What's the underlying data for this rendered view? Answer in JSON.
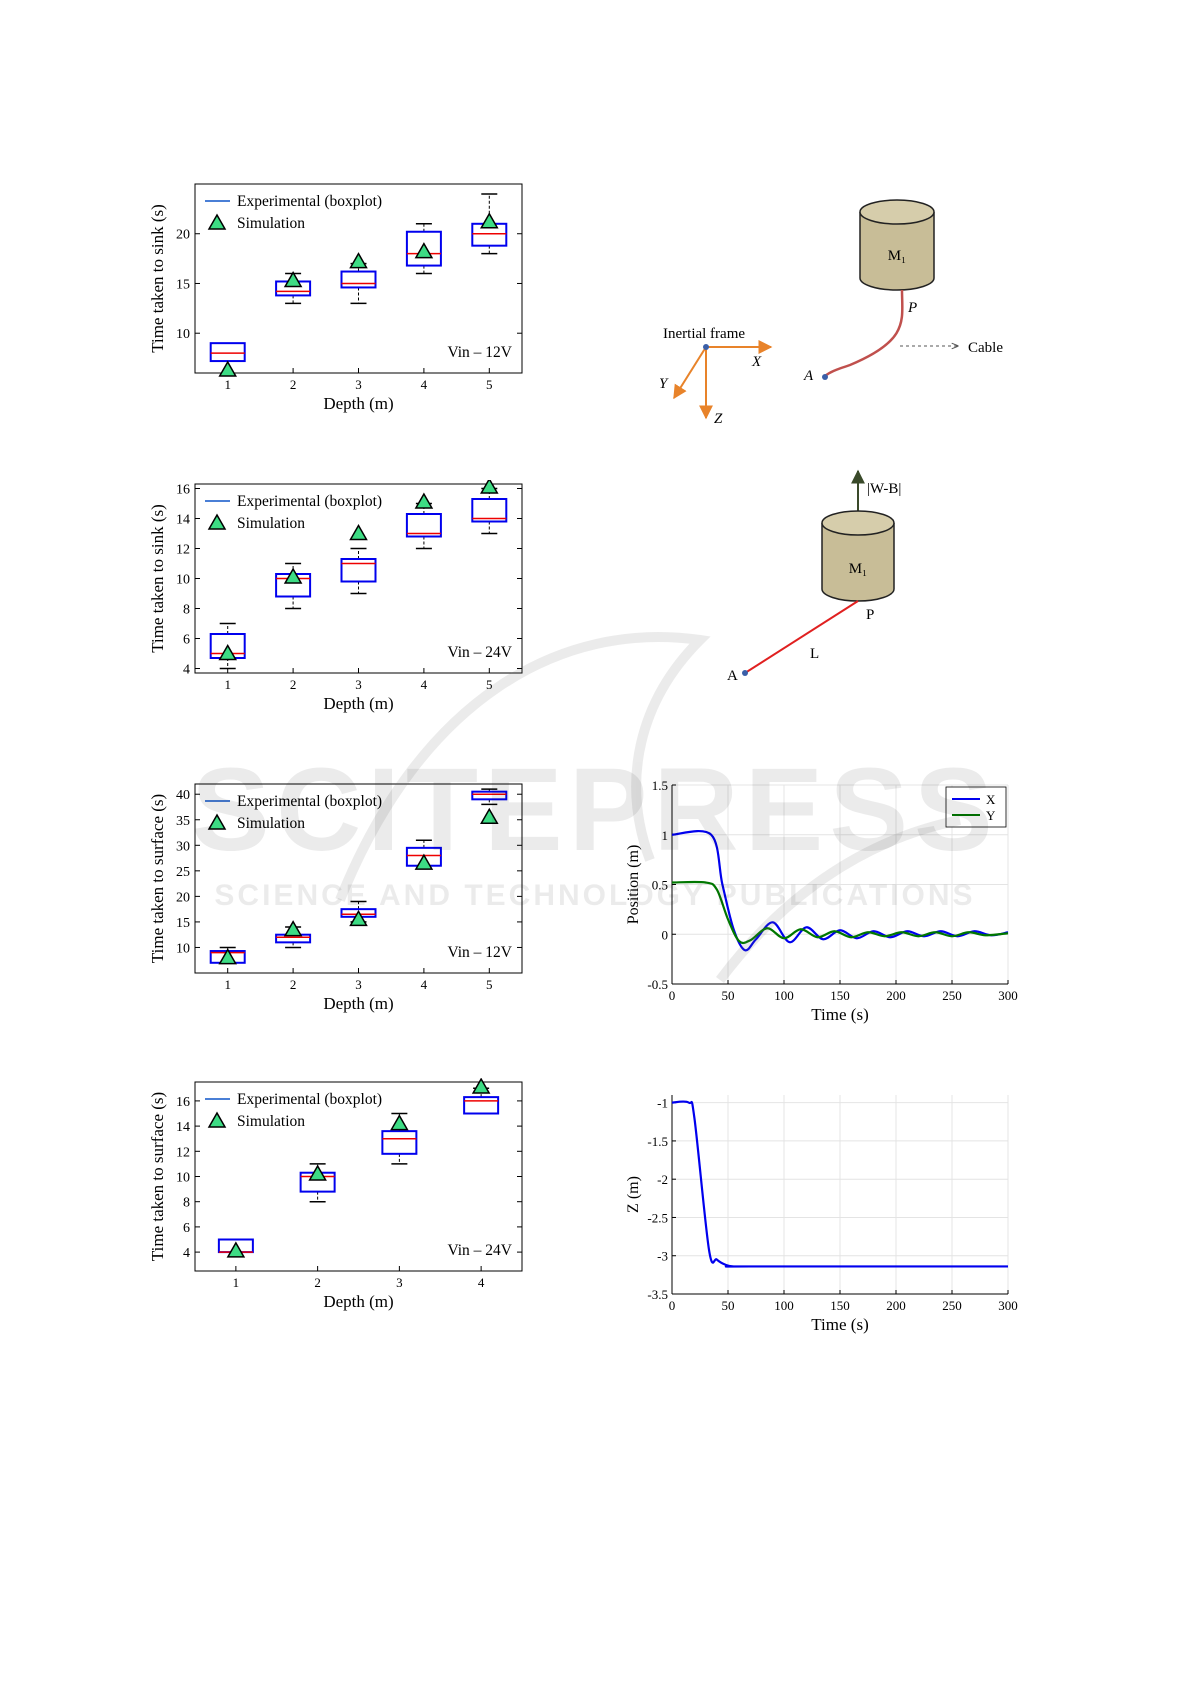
{
  "chart_data": [
    {
      "type": "box",
      "xlabel": "Depth (m)",
      "ylabel": "Time taken to sink (s)",
      "annotation": "Vin – 12V",
      "ylim": [
        6,
        25
      ],
      "yticks": [
        10,
        15,
        20
      ],
      "categories": [
        "1",
        "2",
        "3",
        "4",
        "5"
      ],
      "legend": [
        "Experimental (boxplot)",
        "Simulation"
      ],
      "legend_position": "top-left",
      "boxes": [
        {
          "q1": 7.2,
          "median": 8.0,
          "q3": 9.0,
          "whisker_low": null,
          "whisker_high": null
        },
        {
          "q1": 13.8,
          "median": 14.2,
          "q3": 15.2,
          "whisker_low": 13.0,
          "whisker_high": 16.0
        },
        {
          "q1": 14.6,
          "median": 15.0,
          "q3": 16.2,
          "whisker_low": 13.0,
          "whisker_high": 17.0
        },
        {
          "q1": 16.8,
          "median": 18.0,
          "q3": 20.2,
          "whisker_low": 16.0,
          "whisker_high": 21.0
        },
        {
          "q1": 18.8,
          "median": 20.0,
          "q3": 21.0,
          "whisker_low": 18.0,
          "whisker_high": 24.0
        }
      ],
      "simulation": [
        6.3,
        15.3,
        17.2,
        18.2,
        21.2
      ]
    },
    {
      "type": "box",
      "xlabel": "Depth (m)",
      "ylabel": "Time taken to sink (s)",
      "annotation": "Vin – 24V",
      "ylim": [
        3.7,
        16.3
      ],
      "yticks": [
        4,
        6,
        8,
        10,
        12,
        14,
        16
      ],
      "categories": [
        "1",
        "2",
        "3",
        "4",
        "5"
      ],
      "legend": [
        "Experimental (boxplot)",
        "Simulation"
      ],
      "legend_position": "top-left",
      "boxes": [
        {
          "q1": 4.7,
          "median": 5.0,
          "q3": 6.3,
          "whisker_low": 4.0,
          "whisker_high": 7.0
        },
        {
          "q1": 8.8,
          "median": 10.0,
          "q3": 10.3,
          "whisker_low": 8.0,
          "whisker_high": 11.0
        },
        {
          "q1": 9.8,
          "median": 11.0,
          "q3": 11.3,
          "whisker_low": 9.0,
          "whisker_high": 12.0
        },
        {
          "q1": 12.8,
          "median": 13.0,
          "q3": 14.3,
          "whisker_low": 12.0,
          "whisker_high": 15.0
        },
        {
          "q1": 13.8,
          "median": 14.0,
          "q3": 15.3,
          "whisker_low": 13.0,
          "whisker_high": 16.0
        }
      ],
      "simulation": [
        5.0,
        10.1,
        13.0,
        15.1,
        16.1
      ]
    },
    {
      "type": "box",
      "xlabel": "Depth (m)",
      "ylabel": "Time taken to surface (s)",
      "annotation": "Vin – 12V",
      "ylim": [
        5,
        42
      ],
      "yticks": [
        10,
        15,
        20,
        25,
        30,
        35,
        40
      ],
      "categories": [
        "1",
        "2",
        "3",
        "4",
        "5"
      ],
      "legend": [
        "Experimental (boxplot)",
        "Simulation"
      ],
      "legend_position": "top-left",
      "boxes": [
        {
          "q1": 7.0,
          "median": 9.0,
          "q3": 9.3,
          "whisker_low": null,
          "whisker_high": 10.0
        },
        {
          "q1": 11.0,
          "median": 12.0,
          "q3": 12.5,
          "whisker_low": 10.0,
          "whisker_high": 14.0
        },
        {
          "q1": 16.0,
          "median": 16.5,
          "q3": 17.5,
          "whisker_low": 15.0,
          "whisker_high": 19.0
        },
        {
          "q1": 26.0,
          "median": 28.0,
          "q3": 29.5,
          "whisker_low": 26.0,
          "whisker_high": 31.0
        },
        {
          "q1": 39.0,
          "median": 40.0,
          "q3": 40.5,
          "whisker_low": 38.0,
          "whisker_high": 41.0
        }
      ],
      "simulation": [
        8.0,
        13.5,
        15.5,
        26.5,
        35.5
      ]
    },
    {
      "type": "box",
      "xlabel": "Depth (m)",
      "ylabel": "Time taken to surface (s)",
      "annotation": "Vin – 24V",
      "ylim": [
        2.5,
        17.5
      ],
      "yticks": [
        4,
        6,
        8,
        10,
        12,
        14,
        16
      ],
      "categories": [
        "1",
        "2",
        "3",
        "4"
      ],
      "legend": [
        "Experimental (boxplot)",
        "Simulation"
      ],
      "legend_position": "top-left",
      "boxes": [
        {
          "q1": 4.0,
          "median": 4.0,
          "q3": 5.0,
          "whisker_low": null,
          "whisker_high": null
        },
        {
          "q1": 8.8,
          "median": 10.0,
          "q3": 10.3,
          "whisker_low": 8.0,
          "whisker_high": 11.0
        },
        {
          "q1": 11.8,
          "median": 13.0,
          "q3": 13.6,
          "whisker_low": 11.0,
          "whisker_high": 15.0
        },
        {
          "q1": 15.0,
          "median": 16.0,
          "q3": 16.3,
          "whisker_low": null,
          "whisker_high": 17.0
        }
      ],
      "simulation": [
        4.1,
        10.2,
        14.2,
        17.1
      ]
    },
    {
      "type": "line",
      "xlabel": "Time (s)",
      "ylabel": "Position (m)",
      "xlim": [
        0,
        300
      ],
      "ylim": [
        -0.5,
        1.5
      ],
      "xticks": [
        0,
        50,
        100,
        150,
        200,
        250,
        300
      ],
      "yticks": [
        -0.5,
        0,
        0.5,
        1,
        1.5
      ],
      "grid": true,
      "legend_position": "top-right",
      "series": [
        {
          "name": "X",
          "color": "#0000ee",
          "x": [
            0,
            35,
            45,
            55,
            65,
            75,
            90,
            105,
            120,
            135,
            150,
            165,
            180,
            195,
            210,
            225,
            240,
            255,
            270,
            285,
            300
          ],
          "y": [
            1.0,
            1.0,
            0.5,
            0.05,
            -0.16,
            -0.05,
            0.12,
            -0.08,
            0.07,
            -0.05,
            0.04,
            -0.04,
            0.03,
            -0.03,
            0.03,
            -0.02,
            0.03,
            -0.02,
            0.03,
            -0.01,
            0.02
          ]
        },
        {
          "name": "Y",
          "color": "#007700",
          "x": [
            0,
            30,
            40,
            50,
            60,
            70,
            85,
            100,
            115,
            130,
            145,
            160,
            175,
            190,
            205,
            220,
            235,
            250,
            265,
            280,
            300
          ],
          "y": [
            0.52,
            0.52,
            0.45,
            0.15,
            -0.07,
            -0.06,
            0.06,
            -0.04,
            0.05,
            -0.03,
            0.03,
            -0.03,
            0.02,
            -0.02,
            0.02,
            -0.02,
            0.02,
            -0.02,
            0.02,
            -0.01,
            0.01
          ]
        }
      ]
    },
    {
      "type": "line",
      "xlabel": "Time (s)",
      "ylabel": "Z (m)",
      "xlim": [
        0,
        300
      ],
      "ylim": [
        -3.5,
        -0.9
      ],
      "xticks": [
        0,
        50,
        100,
        150,
        200,
        250,
        300
      ],
      "yticks": [
        -3.5,
        -3,
        -2.5,
        -2,
        -1.5,
        -1
      ],
      "grid": true,
      "series": [
        {
          "name": "",
          "color": "#0000ee",
          "x": [
            0,
            15,
            20,
            33,
            40,
            48,
            55,
            70,
            300
          ],
          "y": [
            -1.0,
            -1.0,
            -1.2,
            -2.92,
            -3.05,
            -3.12,
            -3.14,
            -3.14,
            -3.14
          ]
        }
      ]
    }
  ],
  "diagrams": {
    "frame": {
      "mass_label": "M₁",
      "point_p": "P",
      "point_a": "A",
      "frame_label": "Inertial frame",
      "axis_x": "X",
      "axis_y": "Y",
      "axis_z": "Z",
      "cable_label": "Cable"
    },
    "force": {
      "mass_label": "M₁",
      "force_label": "|W-B|",
      "point_p": "P",
      "point_a": "A",
      "length_label": "L"
    }
  },
  "watermark": {
    "line1": "SCITEPRESS",
    "line2": "SCIENCE AND TECHNOLOGY PUBLICATIONS"
  }
}
